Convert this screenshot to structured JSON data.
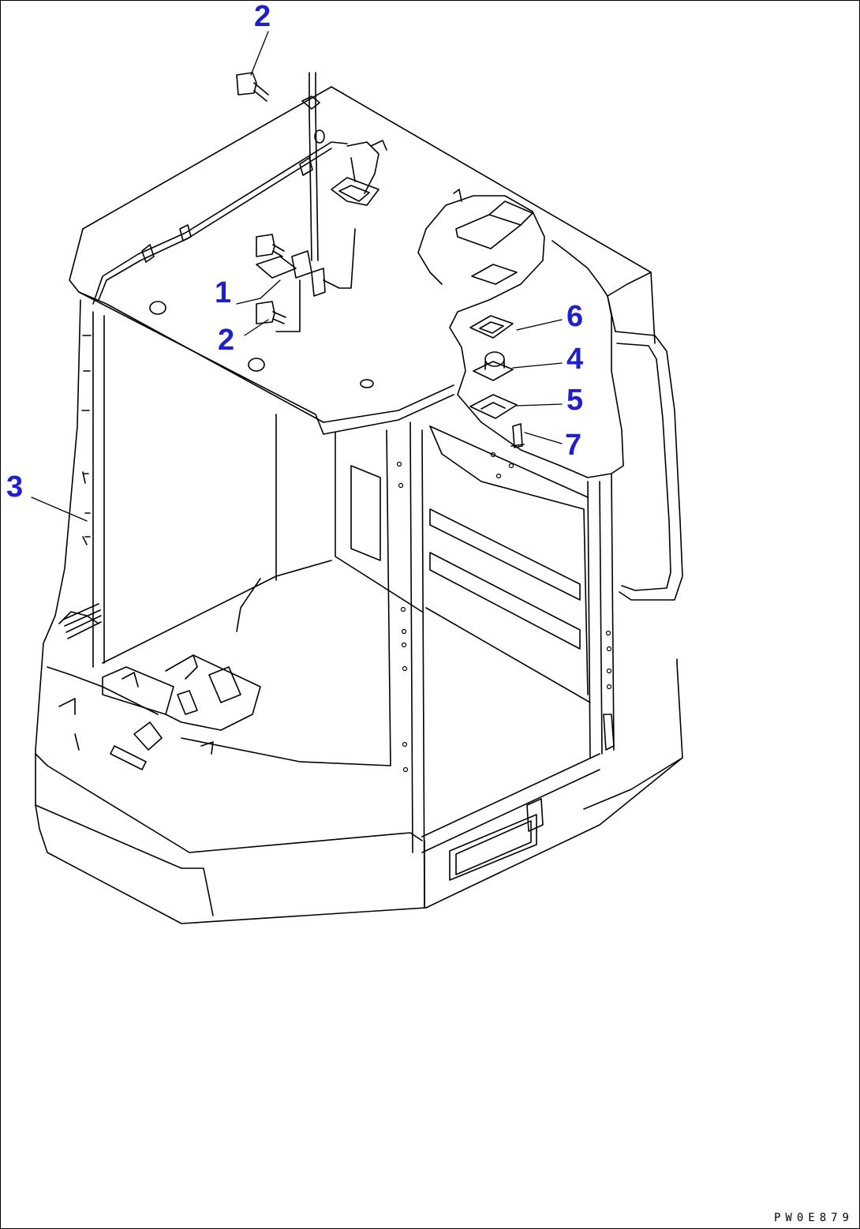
{
  "diagram": {
    "drawing_code": "PW0E879",
    "colors": {
      "line": "#000000",
      "callout": "#1f1fcf",
      "background": "#ffffff"
    },
    "callouts": [
      {
        "id": "c2-top",
        "label": "2"
      },
      {
        "id": "c1",
        "label": "1"
      },
      {
        "id": "c2-mid",
        "label": "2"
      },
      {
        "id": "c3",
        "label": "3"
      },
      {
        "id": "c6",
        "label": "6"
      },
      {
        "id": "c4",
        "label": "4"
      },
      {
        "id": "c5",
        "label": "5"
      },
      {
        "id": "c7",
        "label": "7"
      }
    ]
  }
}
